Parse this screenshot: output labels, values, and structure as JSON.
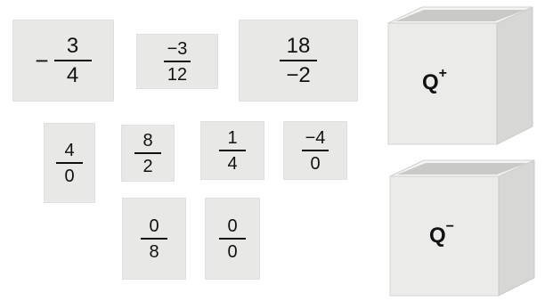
{
  "cards": [
    {
      "id": "neg-3-over-4",
      "sign": "−",
      "num": "3",
      "den": "4"
    },
    {
      "id": "neg3-over-12",
      "sign": "",
      "num": "−3",
      "den": "12"
    },
    {
      "id": "18-over-neg2",
      "sign": "",
      "num": "18",
      "den": "−2"
    },
    {
      "id": "4-over-0",
      "sign": "",
      "num": "4",
      "den": "0"
    },
    {
      "id": "8-over-2",
      "sign": "",
      "num": "8",
      "den": "2"
    },
    {
      "id": "1-over-4",
      "sign": "",
      "num": "1",
      "den": "4"
    },
    {
      "id": "neg4-over-0",
      "sign": "",
      "num": "−4",
      "den": "0"
    },
    {
      "id": "0-over-8",
      "sign": "",
      "num": "0",
      "den": "8"
    },
    {
      "id": "0-over-0",
      "sign": "",
      "num": "0",
      "den": "0"
    }
  ],
  "boxes": {
    "positive": {
      "base": "Q",
      "sup": "+"
    },
    "negative": {
      "base": "Q",
      "sup": "−"
    }
  }
}
